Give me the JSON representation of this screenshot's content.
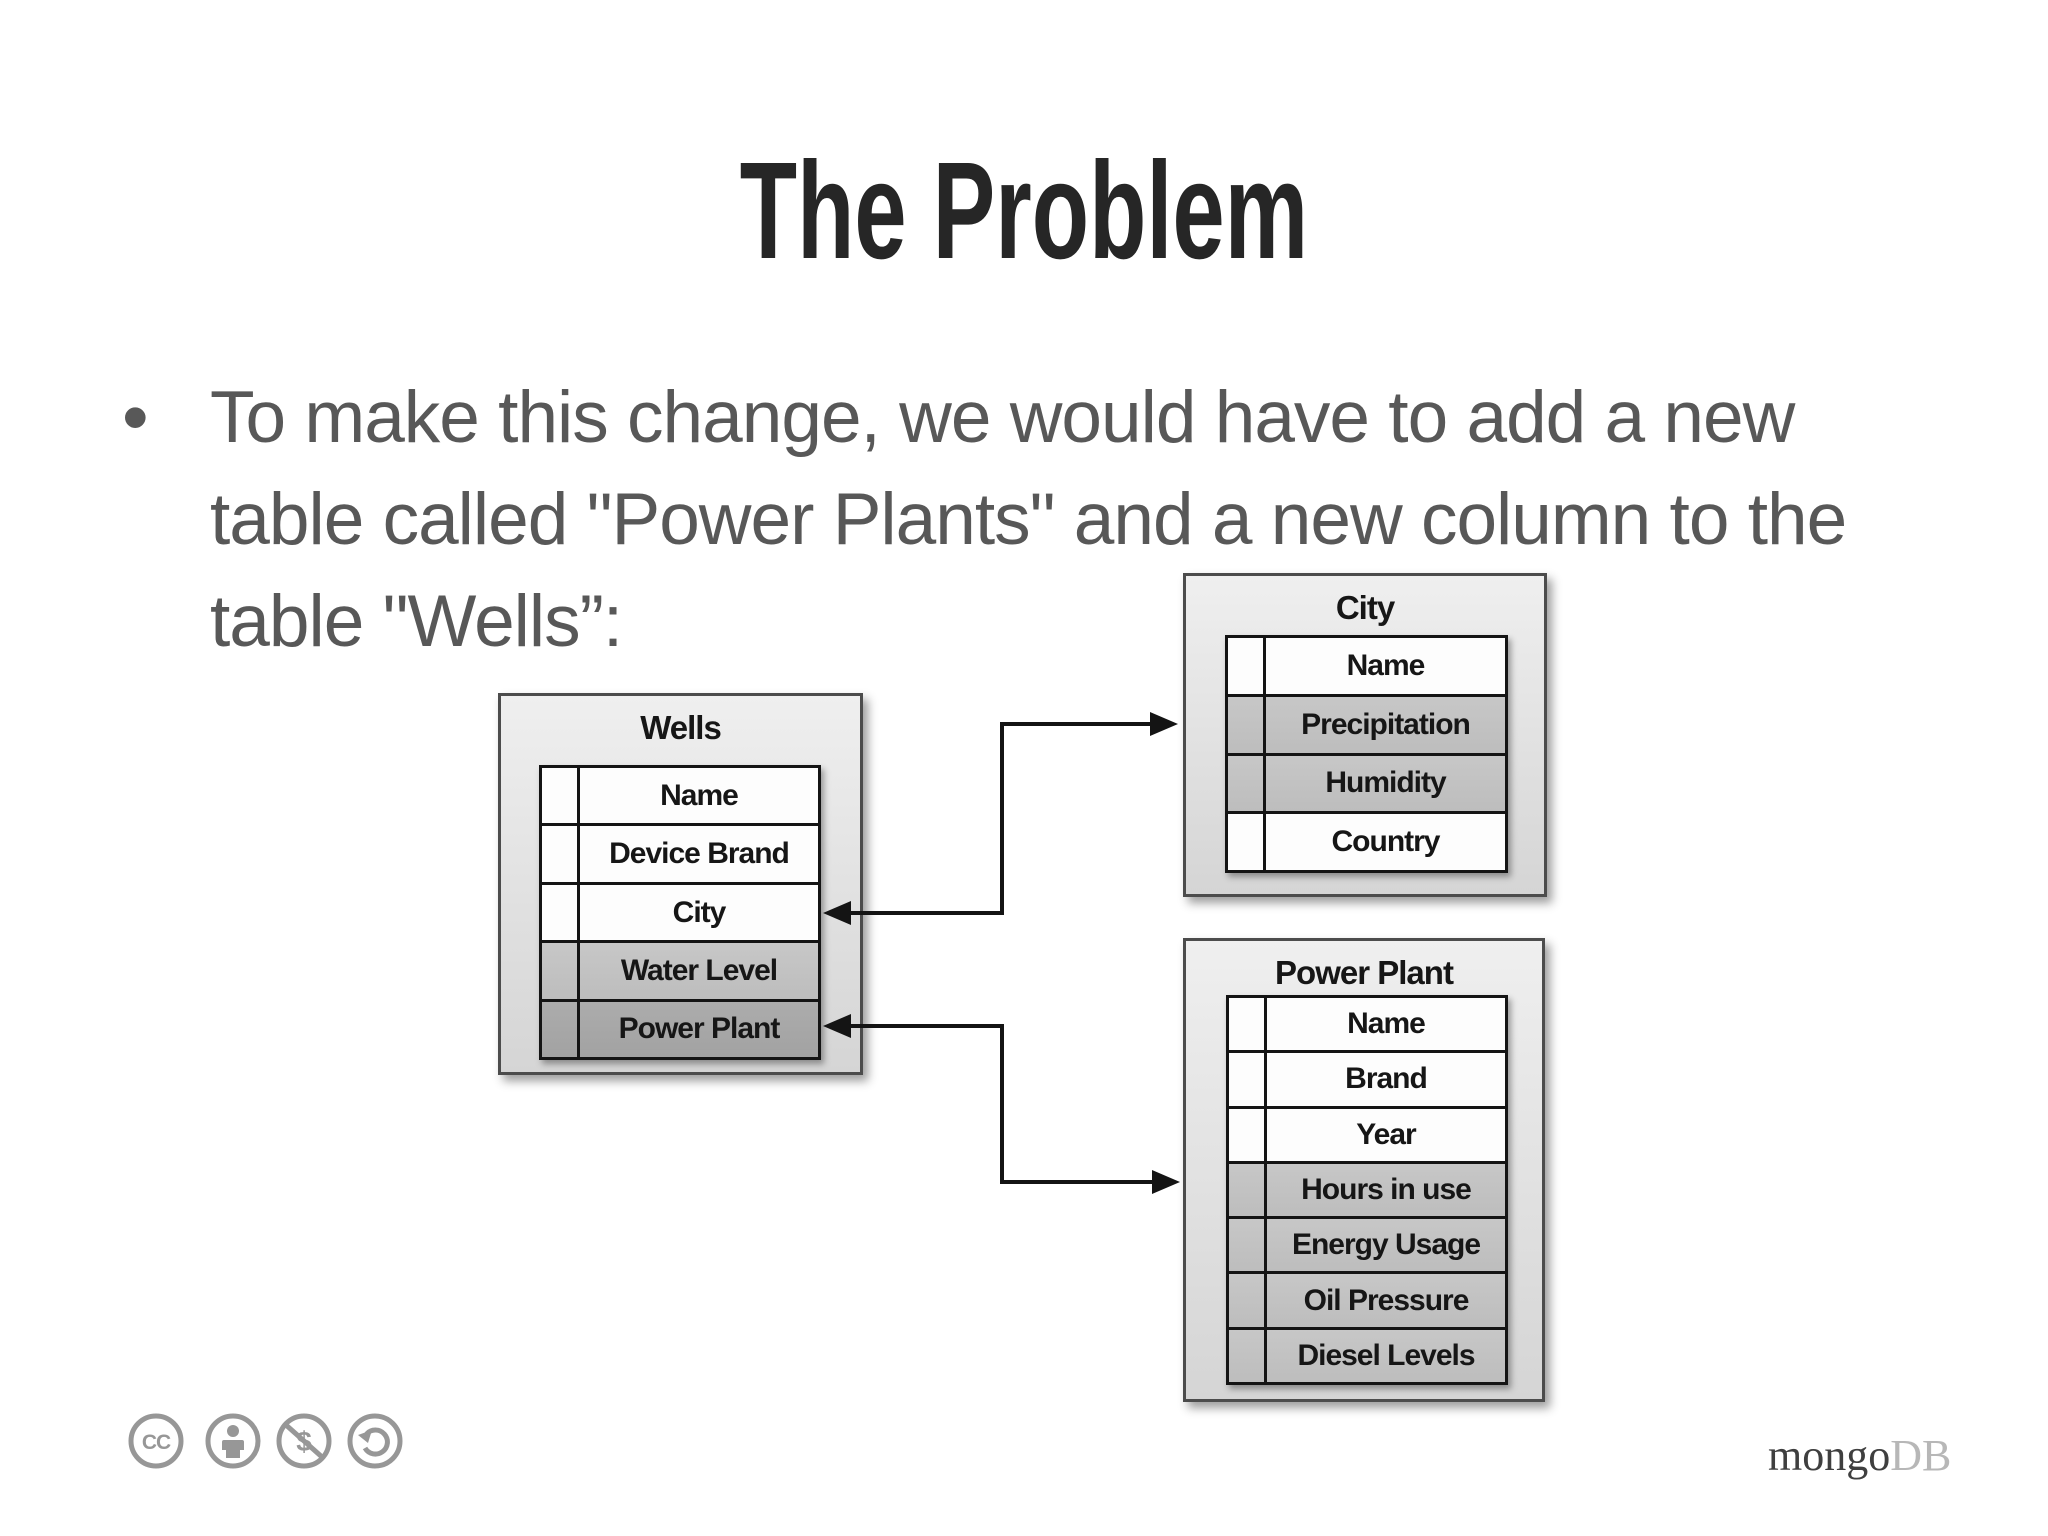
{
  "slide": {
    "title": "The Problem",
    "bullet_char": "•",
    "bullet_lines": [
      "To make this change, we would have to add a new",
      "table called \"Power Plants\" and a new column to the",
      "table \"Wells”:"
    ]
  },
  "diagram": {
    "tables": [
      {
        "title": "Wells",
        "rows": [
          {
            "label": "Name",
            "shade": "white"
          },
          {
            "label": "Device Brand",
            "shade": "white"
          },
          {
            "label": "City",
            "shade": "white"
          },
          {
            "label": "Water Level",
            "shade": "gray"
          },
          {
            "label": "Power Plant",
            "shade": "dark"
          }
        ]
      },
      {
        "title": "City",
        "rows": [
          {
            "label": "Name",
            "shade": "white"
          },
          {
            "label": "Precipitation",
            "shade": "gray"
          },
          {
            "label": "Humidity",
            "shade": "gray"
          },
          {
            "label": "Country",
            "shade": "white"
          }
        ]
      },
      {
        "title": "Power Plant",
        "rows": [
          {
            "label": "Name",
            "shade": "white"
          },
          {
            "label": "Brand",
            "shade": "white"
          },
          {
            "label": "Year",
            "shade": "white"
          },
          {
            "label": "Hours in use",
            "shade": "gray"
          },
          {
            "label": "Energy Usage",
            "shade": "gray"
          },
          {
            "label": "Oil Pressure",
            "shade": "gray"
          },
          {
            "label": "Diesel Levels",
            "shade": "gray"
          }
        ]
      }
    ],
    "connections": [
      {
        "from": "Wells.City",
        "to": "City"
      },
      {
        "from": "Wells.Power Plant",
        "to": "Power Plant"
      }
    ]
  },
  "footer": {
    "license_icons": [
      "cc",
      "by",
      "nc",
      "sa"
    ],
    "logo": {
      "primary": "mongo",
      "secondary": "DB"
    }
  },
  "colors": {
    "title_ink": "#262626",
    "body_ink": "#585858",
    "ink": "#141414",
    "box_border": "#4c4c4c",
    "box_top": "#efefef",
    "box_bottom": "#d5d5d5",
    "row_white": "#fdfdfd",
    "row_gray": "#bdbdbd",
    "row_dark": "#a2a2a2",
    "line": "#141414",
    "icon_gray": "#979797",
    "logo_primary": "#3f3f3f",
    "logo_secondary": "#b7b7b7"
  }
}
